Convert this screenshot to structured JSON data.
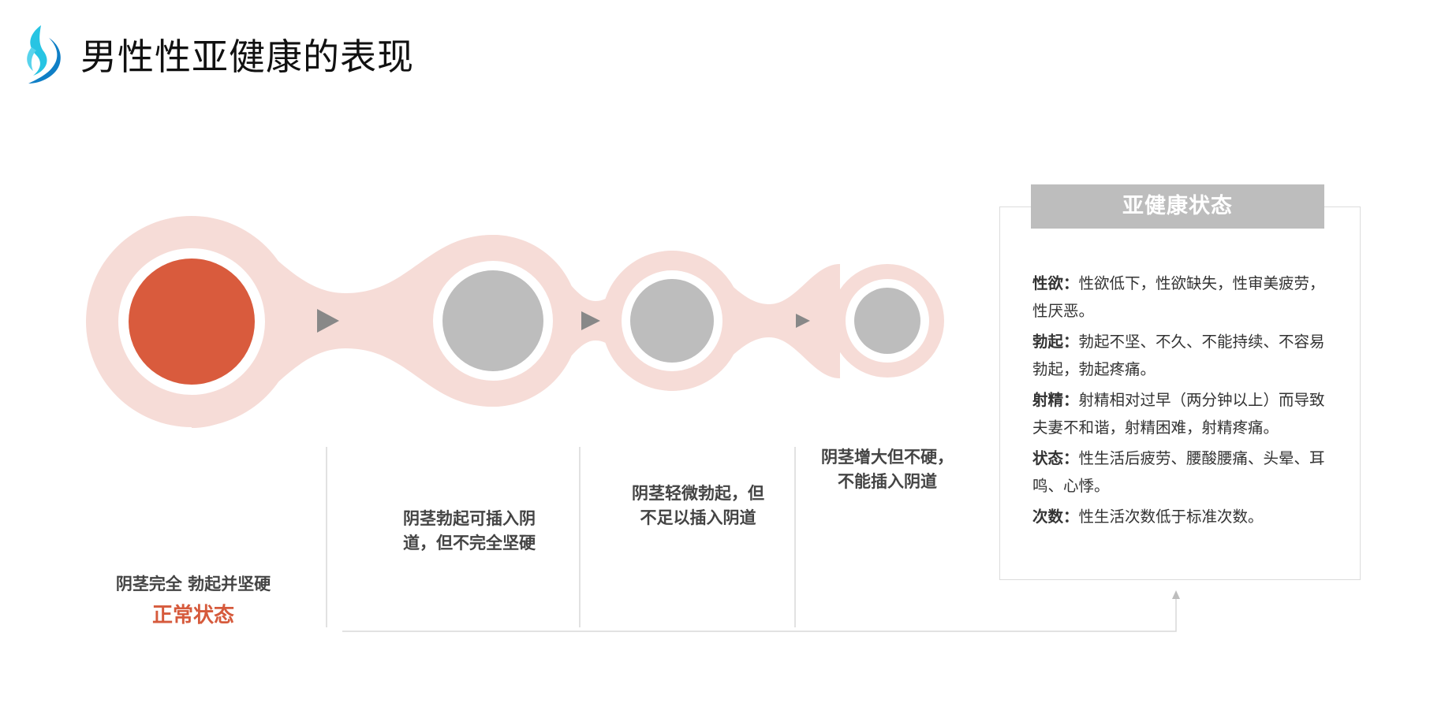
{
  "header": {
    "title": "男性性亚健康的表现"
  },
  "stages": [
    {
      "lines": [
        "阴茎完全 勃起并坚硬"
      ],
      "state_label": "正常状态"
    },
    {
      "lines": [
        "阴茎勃起可插入阴",
        "道，但不完全坚硬"
      ]
    },
    {
      "lines": [
        "阴茎轻微勃起，但",
        "不足以插入阴道"
      ]
    },
    {
      "lines": [
        "阴茎增大但不硬，",
        "不能插入阴道"
      ]
    }
  ],
  "panel": {
    "title": "亚健康状态",
    "items": [
      {
        "key": "性欲",
        "text": "性欲低下，性欲缺失，性审美疲劳，性厌恶。"
      },
      {
        "key": "勃起",
        "text": "勃起不坚、不久、不能持续、不容易勃起，勃起疼痛。"
      },
      {
        "key": "射精",
        "text": "射精相对过早（两分钟以上）而导致夫妻不和谐，射精困难，射精疼痛。"
      },
      {
        "key": "状态",
        "text": "性生活后疲劳、腰酸腰痛、头晕、耳鸣、心悸。"
      },
      {
        "key": "次数",
        "text": "性生活次数低于标准次数。"
      }
    ]
  },
  "colors": {
    "accent": "#d95b3d",
    "halo": "#f6dcd7",
    "inactive": "#bdbdbd",
    "connector": "#d9d9d9",
    "logo_light": "#27c4e3",
    "logo_dark": "#0f7fc6"
  },
  "icons": {
    "logo": "brand-flame-logo",
    "arrow": "play-triangle-icon"
  }
}
